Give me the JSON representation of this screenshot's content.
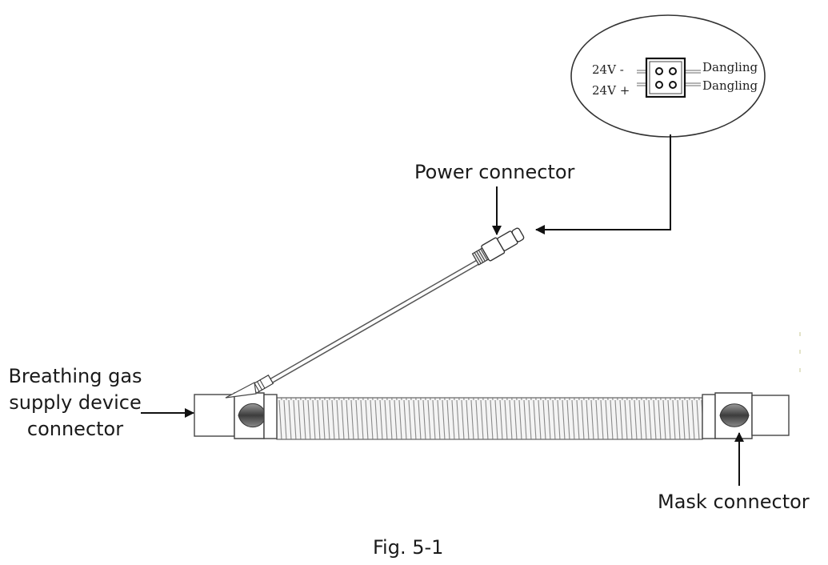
{
  "labels": {
    "power_connector": "Power connector",
    "breathing_gas": [
      "Breathing gas",
      "supply device",
      "connector"
    ],
    "mask_connector": "Mask connector",
    "figure_caption": "Fig. 5-1"
  },
  "inset": {
    "left_pins": [
      "24V  -",
      "24V  +"
    ],
    "right_pins": [
      "Dangling",
      "Dangling"
    ]
  }
}
